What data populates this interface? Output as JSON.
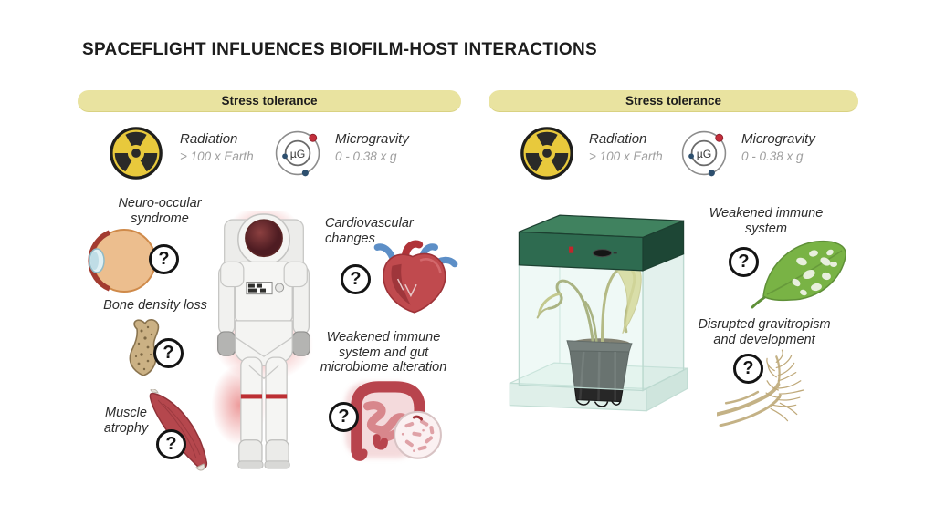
{
  "title": "SPACEFLIGHT INFLUENCES BIOFILM-HOST INTERACTIONS",
  "question_mark": "?",
  "stressors": {
    "banner": "Stress tolerance",
    "radiation": {
      "label": "Radiation",
      "value": "> 100 x Earth"
    },
    "microgravity": {
      "label": "Microgravity",
      "value": "0 - 0.38 x g",
      "symbol": "µG"
    }
  },
  "human_panel": {
    "neuro_ocular": "Neuro-occular\nsyndrome",
    "bone": "Bone density loss",
    "muscle": "Muscle\natrophy",
    "cardiovascular": "Cardiovascular\nchanges",
    "immune_gut": "Weakened immune\nsystem and gut\nmicrobiome alteration"
  },
  "plant_panel": {
    "immune": "Weakened immune\nsystem",
    "gravitropism": "Disrupted gravitropism\nand development"
  },
  "colors": {
    "banner_bg": "#e9e3a0",
    "radiation_yellow": "#e8c93c",
    "accent_red": "#c0393e",
    "microgravity_red_dot": "#c32f3c",
    "microgravity_blue_dot": "#2d4f6e",
    "chamber_green": "#2e6b50",
    "leaf_green": "#79b345"
  }
}
